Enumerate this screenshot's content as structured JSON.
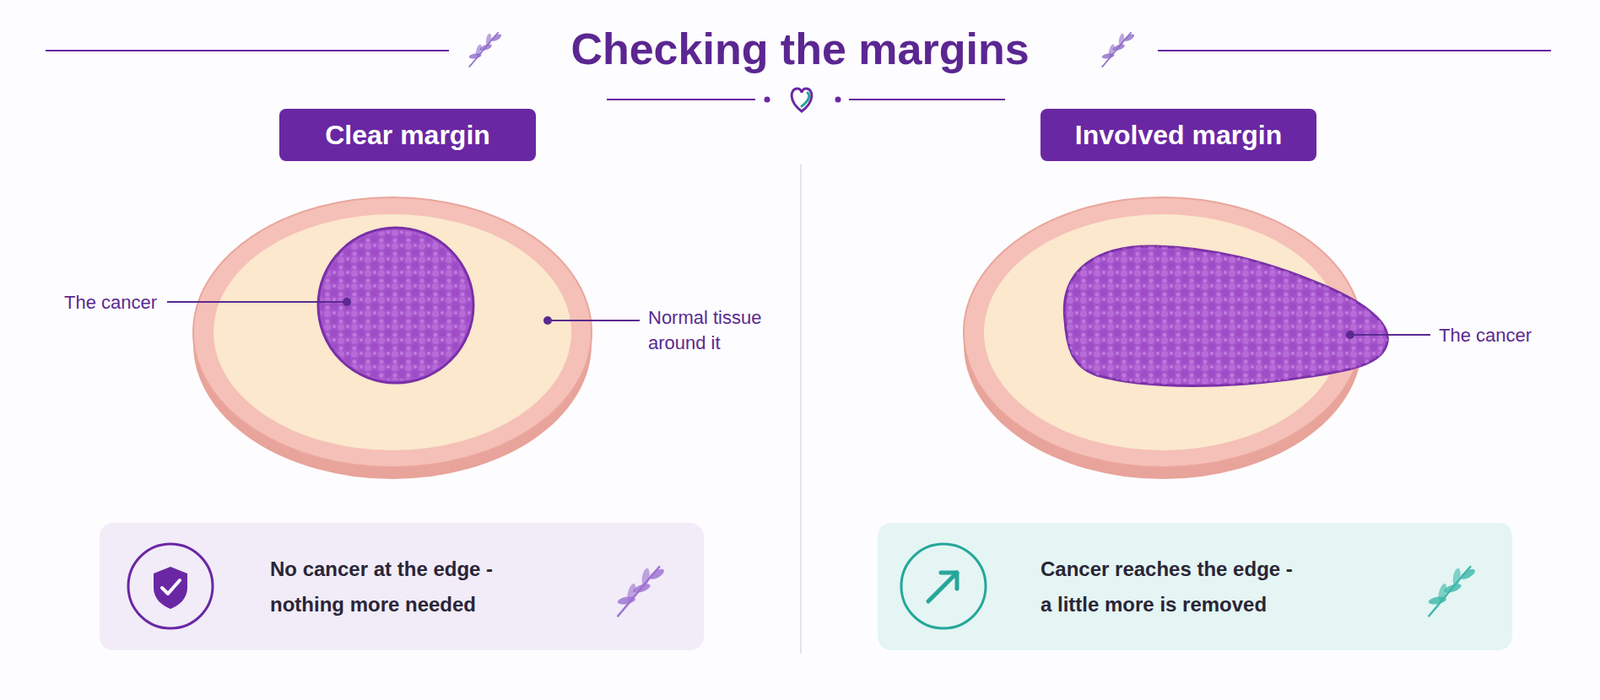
{
  "diagram": {
    "title": "Checking the margins",
    "nodes": [
      {
        "text": [
          "Clear margin"
        ]
      },
      {
        "text": [
          "Involved margin"
        ]
      },
      {
        "text": [
          "No cancer at the edge - nothing more needed"
        ]
      },
      {
        "text": [
          "Cancer reaches the edge - a little more is removed"
        ]
      }
    ],
    "labels": [
      "The cancer",
      "Normal tissue around it",
      "The cancer"
    ]
  }
}
